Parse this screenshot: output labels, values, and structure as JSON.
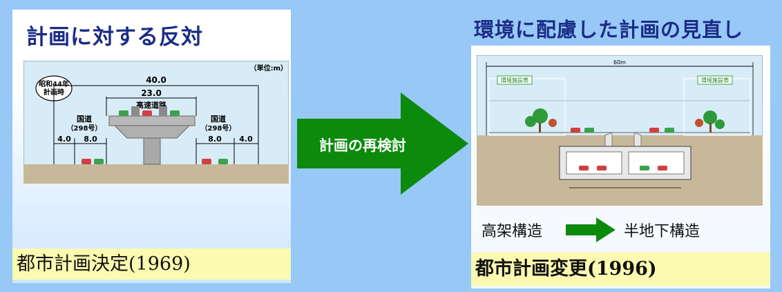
{
  "left": {
    "title": "計画に対する反対",
    "figure": {
      "unit": "（単位:m）",
      "era_label_1": "昭和44年",
      "era_label_2": "計画時",
      "width_total": "40.0",
      "width_highway": "23.0",
      "highway_label": "高速道路",
      "national_road_label": "国道",
      "route_label": "（298号）",
      "dim_outer": "4.0",
      "dim_inner": "8.0"
    },
    "footer": "都市計画決定(1969)"
  },
  "middle": {
    "arrow_label": "計画の再検討"
  },
  "right": {
    "title": "環境に配慮した計画の見直し",
    "figure": {
      "total_width": "60m",
      "env_facility_label": "環境施設帯"
    },
    "structure_change": {
      "from": "高架構造",
      "to": "半地下構造"
    },
    "footer": "都市計画変更(1996)"
  },
  "colors": {
    "background": "#97c8f6",
    "title": "#1b2c86",
    "arrow": "#0c8a0c",
    "footer_bg": "#fbfab0",
    "ground": "#c8b89a",
    "sky": "#d8ecf7"
  }
}
